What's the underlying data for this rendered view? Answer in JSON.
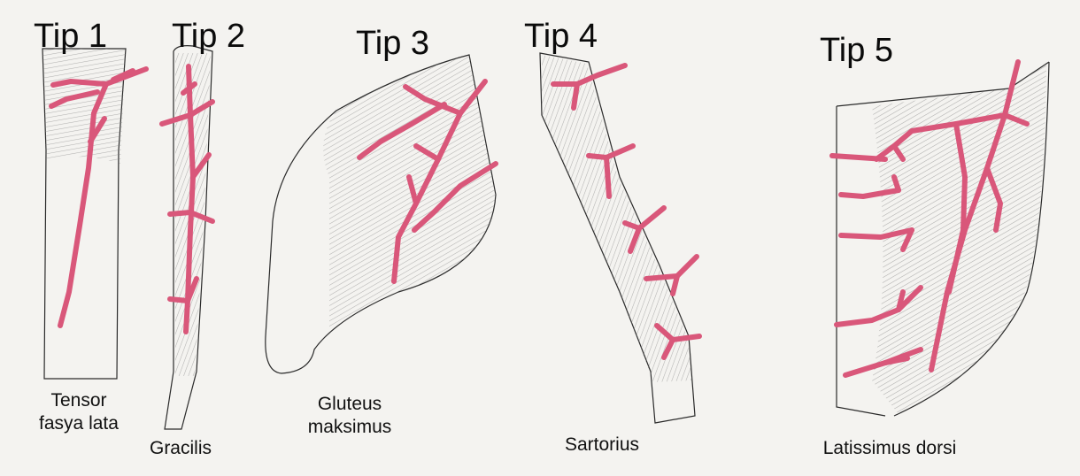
{
  "colors": {
    "paper": "#f4f3f0",
    "vessel": "#d9577a",
    "pencil_shade": "#8c8c8c",
    "outline": "#2a2a2a"
  },
  "tips": [
    {
      "title": "Tip 1",
      "muscle_lines": [
        "Tensor",
        "fasya lata"
      ]
    },
    {
      "title": "Tip 2",
      "muscle_lines": [
        "Gracilis"
      ]
    },
    {
      "title": "Tip 3",
      "muscle_lines": [
        "Gluteus",
        "maksimus"
      ]
    },
    {
      "title": "Tip 4",
      "muscle_lines": [
        "Sartorius"
      ]
    },
    {
      "title": "Tip 5",
      "muscle_lines": [
        "Latissimus dorsi"
      ]
    }
  ]
}
